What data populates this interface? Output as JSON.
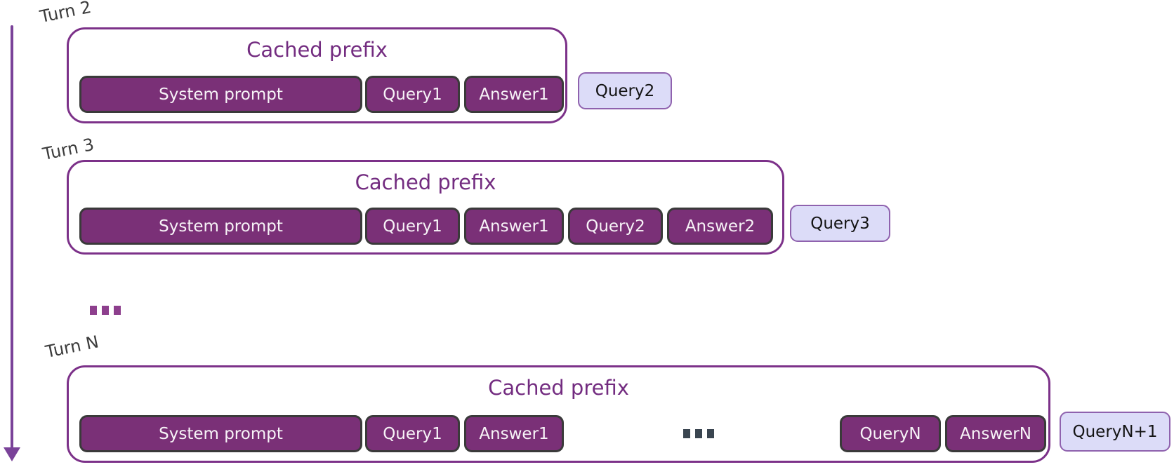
{
  "turns": [
    {
      "label": "Turn 2",
      "box_title": "Cached prefix",
      "cached_chips": [
        "System prompt",
        "Query1",
        "Answer1"
      ],
      "new_chip": "Query2"
    },
    {
      "label": "Turn 3",
      "box_title": "Cached prefix",
      "cached_chips": [
        "System prompt",
        "Query1",
        "Answer1",
        "Query2",
        "Answer2"
      ],
      "new_chip": "Query3"
    },
    {
      "label": "Turn N",
      "box_title": "Cached prefix",
      "cached_chips": [
        "System prompt",
        "Query1",
        "Answer1"
      ],
      "inner_ellipsis": "...",
      "cached_chips_right": [
        "QueryN",
        "AnswerN"
      ],
      "new_chip": "QueryN+1"
    }
  ],
  "between_turns_ellipsis": "...",
  "colors": {
    "box_border": "#7c3189",
    "title_text": "#732c80",
    "cached_chip_fill": "#7a3077",
    "cached_chip_border": "#3a3a3a",
    "cached_chip_text": "#f7f3f7",
    "new_chip_fill": "#dcdcf8",
    "new_chip_border": "#8f62ae",
    "new_chip_text": "#141414",
    "arrow": "#7a4299",
    "turn_label_text": "#3c3c3c",
    "ellipsis_between_turns": "#8d3f8d",
    "ellipsis_in_turn_n": "#3a4550"
  }
}
